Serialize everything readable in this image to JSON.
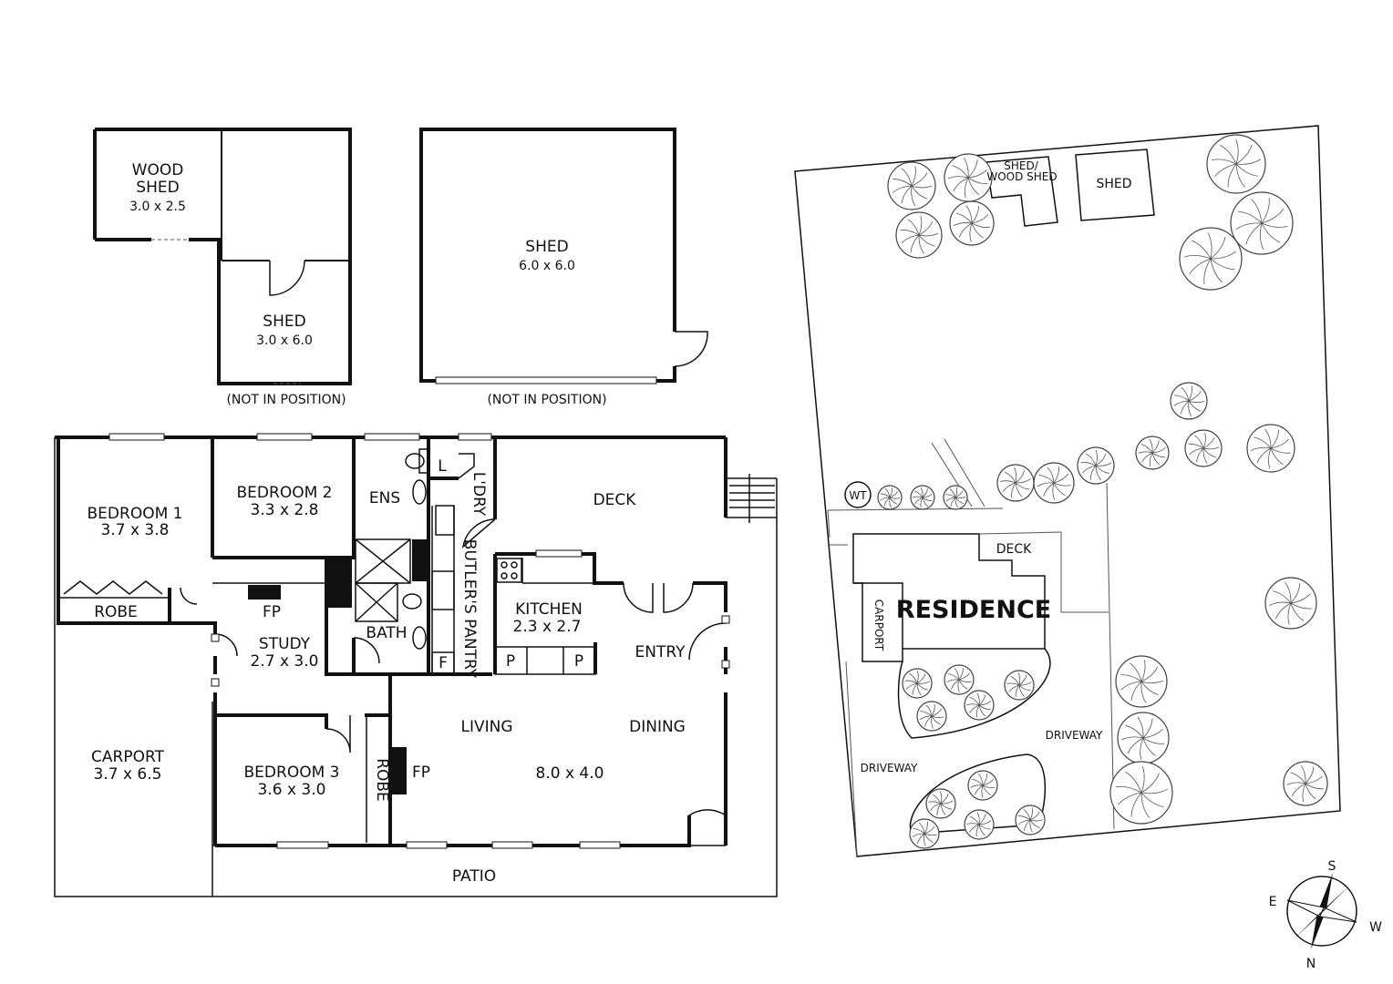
{
  "outbuildings": {
    "wood_shed": {
      "name_line1": "WOOD",
      "name_line2": "SHED",
      "dims": "3.0 x 2.5"
    },
    "shed_small": {
      "name": "SHED",
      "dims": "3.0 x 6.0"
    },
    "shed_large": {
      "name": "SHED",
      "dims": "6.0 x 6.0"
    },
    "note_left": "(NOT IN POSITION)",
    "note_right": "(NOT IN POSITION)"
  },
  "floor_plan": {
    "bedroom1": {
      "name": "BEDROOM 1",
      "dims": "3.7 x 3.8"
    },
    "robe1": "ROBE",
    "bedroom2": {
      "name": "BEDROOM 2",
      "dims": "3.3 x 2.8"
    },
    "ens": "ENS",
    "laundry_l": "L",
    "laundry": "L'DRY",
    "deck": "DECK",
    "fp_study": "FP",
    "study": {
      "name": "STUDY",
      "dims": "2.7 x 3.0"
    },
    "bath": "BATH",
    "butlers_pantry": "BUTLER'S PANTRY",
    "fridge": "F",
    "kitchen": {
      "name": "KITCHEN",
      "dims": "2.3 x 2.7"
    },
    "pantry_a": "P",
    "pantry_b": "P",
    "entry": "ENTRY",
    "living": "LIVING",
    "dining": "DINING",
    "living_dims": "8.0 x 4.0",
    "carport": {
      "name": "CARPORT",
      "dims": "3.7 x 6.5"
    },
    "bedroom3": {
      "name": "BEDROOM 3",
      "dims": "3.6 x 3.0"
    },
    "robe3": "ROBE",
    "fp_living": "FP",
    "patio": "PATIO"
  },
  "site_plan": {
    "shed_wood_line1": "SHED/",
    "shed_wood_line2": "WOOD SHED",
    "shed": "SHED",
    "wt": "WT",
    "deck": "DECK",
    "residence": "RESIDENCE",
    "carport": "CARPORT",
    "driveway_left": "DRIVEWAY",
    "driveway_right": "DRIVEWAY"
  },
  "compass": {
    "s": "S",
    "e": "E",
    "w": "W",
    "n": "N"
  }
}
